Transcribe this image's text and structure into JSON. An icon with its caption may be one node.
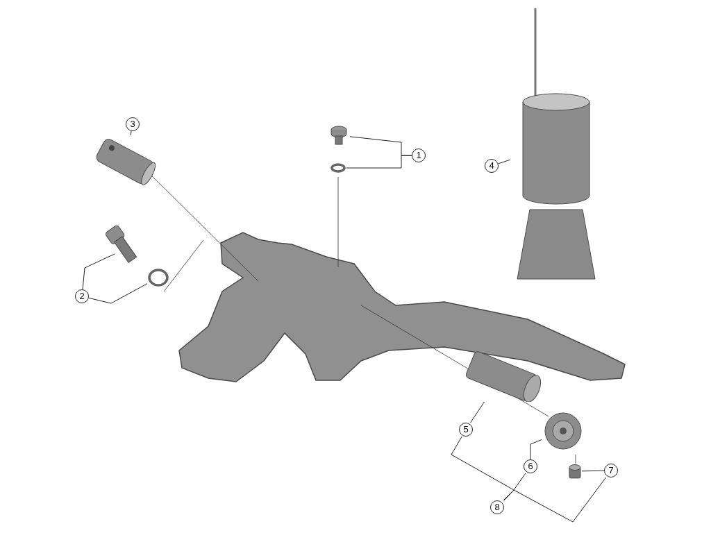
{
  "diagram": {
    "nodes": [
      {
        "text": [
          "1"
        ]
      },
      {
        "text": [],
        "shape": "picture"
      },
      {
        "text": [],
        "shape": "circle"
      },
      {
        "text": [
          "2"
        ]
      },
      {
        "text": [],
        "shape": "picture"
      },
      {
        "text": [],
        "shape": "circle"
      },
      {
        "text": [
          "3"
        ]
      },
      {
        "text": [],
        "shape": "picture"
      },
      {
        "text": [
          "4"
        ]
      },
      {
        "text": [],
        "shape": "picture"
      },
      {
        "text": [
          "5"
        ]
      },
      {
        "text": [],
        "shape": "cylinder"
      },
      {
        "text": [
          "6"
        ]
      },
      {
        "text": [],
        "shape": "picture"
      },
      {
        "text": [
          "7"
        ]
      },
      {
        "text": [],
        "shape": "cylinder"
      },
      {
        "text": [
          "8"
        ]
      }
    ],
    "edges": [
      {
        "from": 0,
        "to": 1,
        "arrow": "none"
      },
      {
        "from": 0,
        "to": 2,
        "arrow": "none"
      },
      {
        "from": 3,
        "to": 4,
        "arrow": "none"
      },
      {
        "from": 3,
        "to": 5,
        "arrow": "none"
      },
      {
        "from": 6,
        "to": 7,
        "arrow": "none"
      },
      {
        "from": 8,
        "to": 9,
        "arrow": "none"
      },
      {
        "from": 10,
        "to": 11,
        "arrow": "none"
      },
      {
        "from": 12,
        "to": 13,
        "arrow": "none"
      },
      {
        "from": 14,
        "to": 15,
        "arrow": "none"
      },
      {
        "from": 16,
        "to": 10,
        "arrow": "none"
      },
      {
        "from": 16,
        "to": 12,
        "arrow": "none"
      },
      {
        "from": 16,
        "to": 14,
        "arrow": "none"
      }
    ]
  }
}
